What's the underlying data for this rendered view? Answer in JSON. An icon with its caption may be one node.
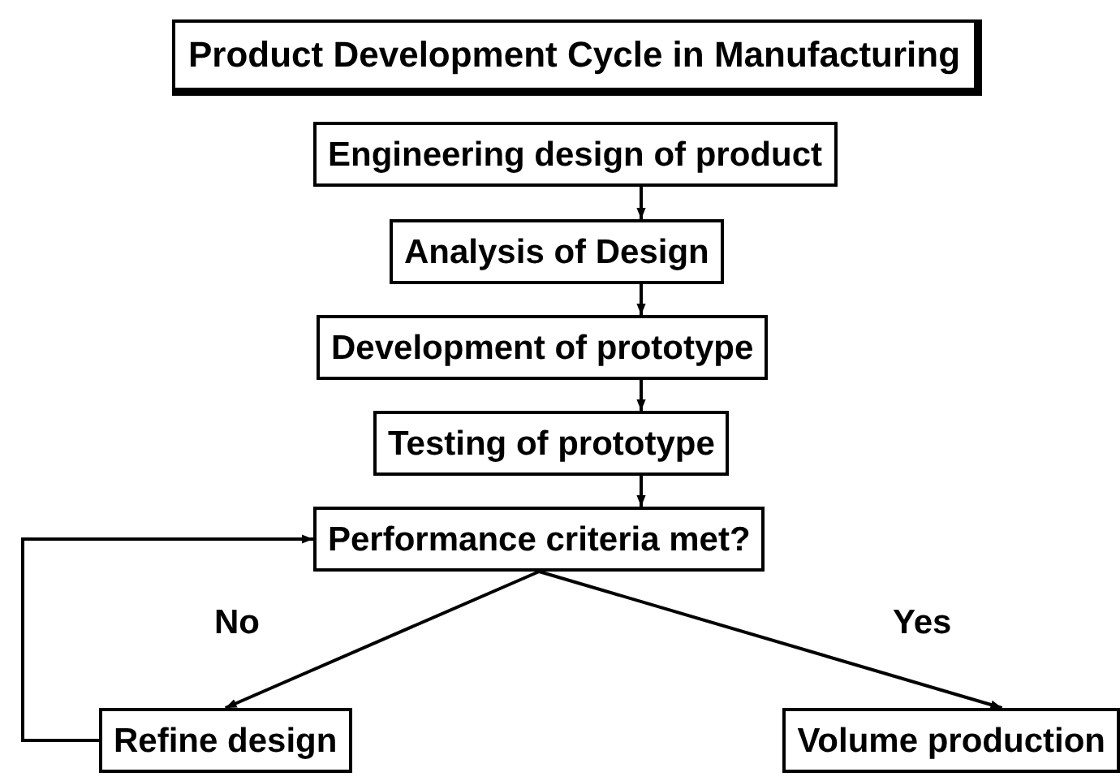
{
  "diagram": {
    "title": "Product Development Cycle in Manufacturing",
    "nodes": [
      {
        "text": [
          "Engineering design of product"
        ]
      },
      {
        "text": [
          "Analysis of Design"
        ]
      },
      {
        "text": [
          "Development of prototype"
        ]
      },
      {
        "text": [
          "Testing of prototype"
        ]
      },
      {
        "text": [
          "Performance criteria met?"
        ]
      },
      {
        "text": [
          "Refine design"
        ]
      },
      {
        "text": [
          "Volume production"
        ]
      }
    ],
    "edges": [
      {
        "from": 0,
        "to": 1,
        "arrow": "to"
      },
      {
        "from": 1,
        "to": 2,
        "arrow": "to"
      },
      {
        "from": 2,
        "to": 3,
        "arrow": "to"
      },
      {
        "from": 3,
        "to": 4,
        "arrow": "to"
      },
      {
        "from": 4,
        "to": 5,
        "arrow": "to",
        "label": "No"
      },
      {
        "from": 4,
        "to": 6,
        "arrow": "to",
        "label": "Yes"
      },
      {
        "from": 5,
        "to": 4,
        "arrow": "to"
      }
    ]
  }
}
